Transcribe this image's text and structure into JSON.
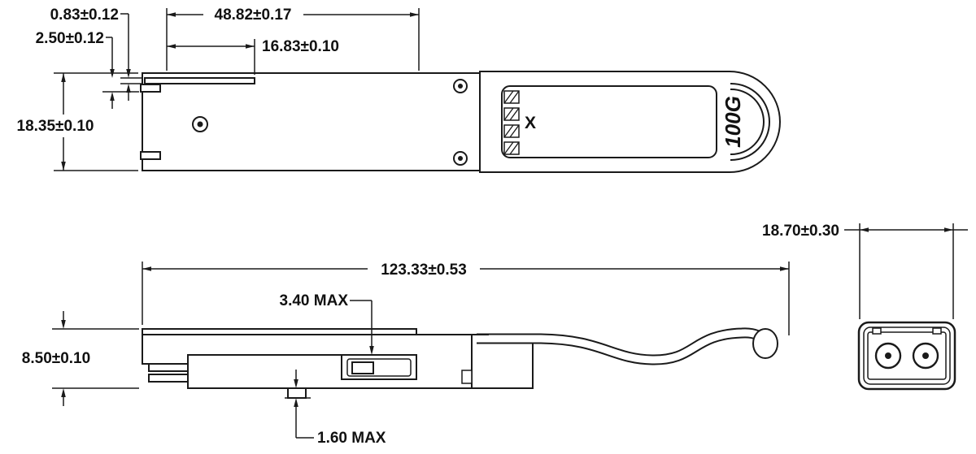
{
  "drawing": {
    "background": "#ffffff",
    "line_color": "#1a1a1a",
    "markings": {
      "grip": "X",
      "product": "100G"
    },
    "views": {
      "top": {
        "dims": {
          "tab_thickness": "0.83±0.12",
          "tab_step": "2.50±0.12",
          "flat_length": "48.82±0.17",
          "rail_length": "16.83±0.10",
          "body_width": "18.35±0.10"
        }
      },
      "side": {
        "dims": {
          "overall_length": "123.33±0.53",
          "latch_height_max": "3.40 MAX",
          "body_height": "8.50±0.10",
          "protrusion_max": "1.60 MAX"
        }
      },
      "end": {
        "dims": {
          "plug_width": "18.70±0.30"
        }
      }
    }
  }
}
